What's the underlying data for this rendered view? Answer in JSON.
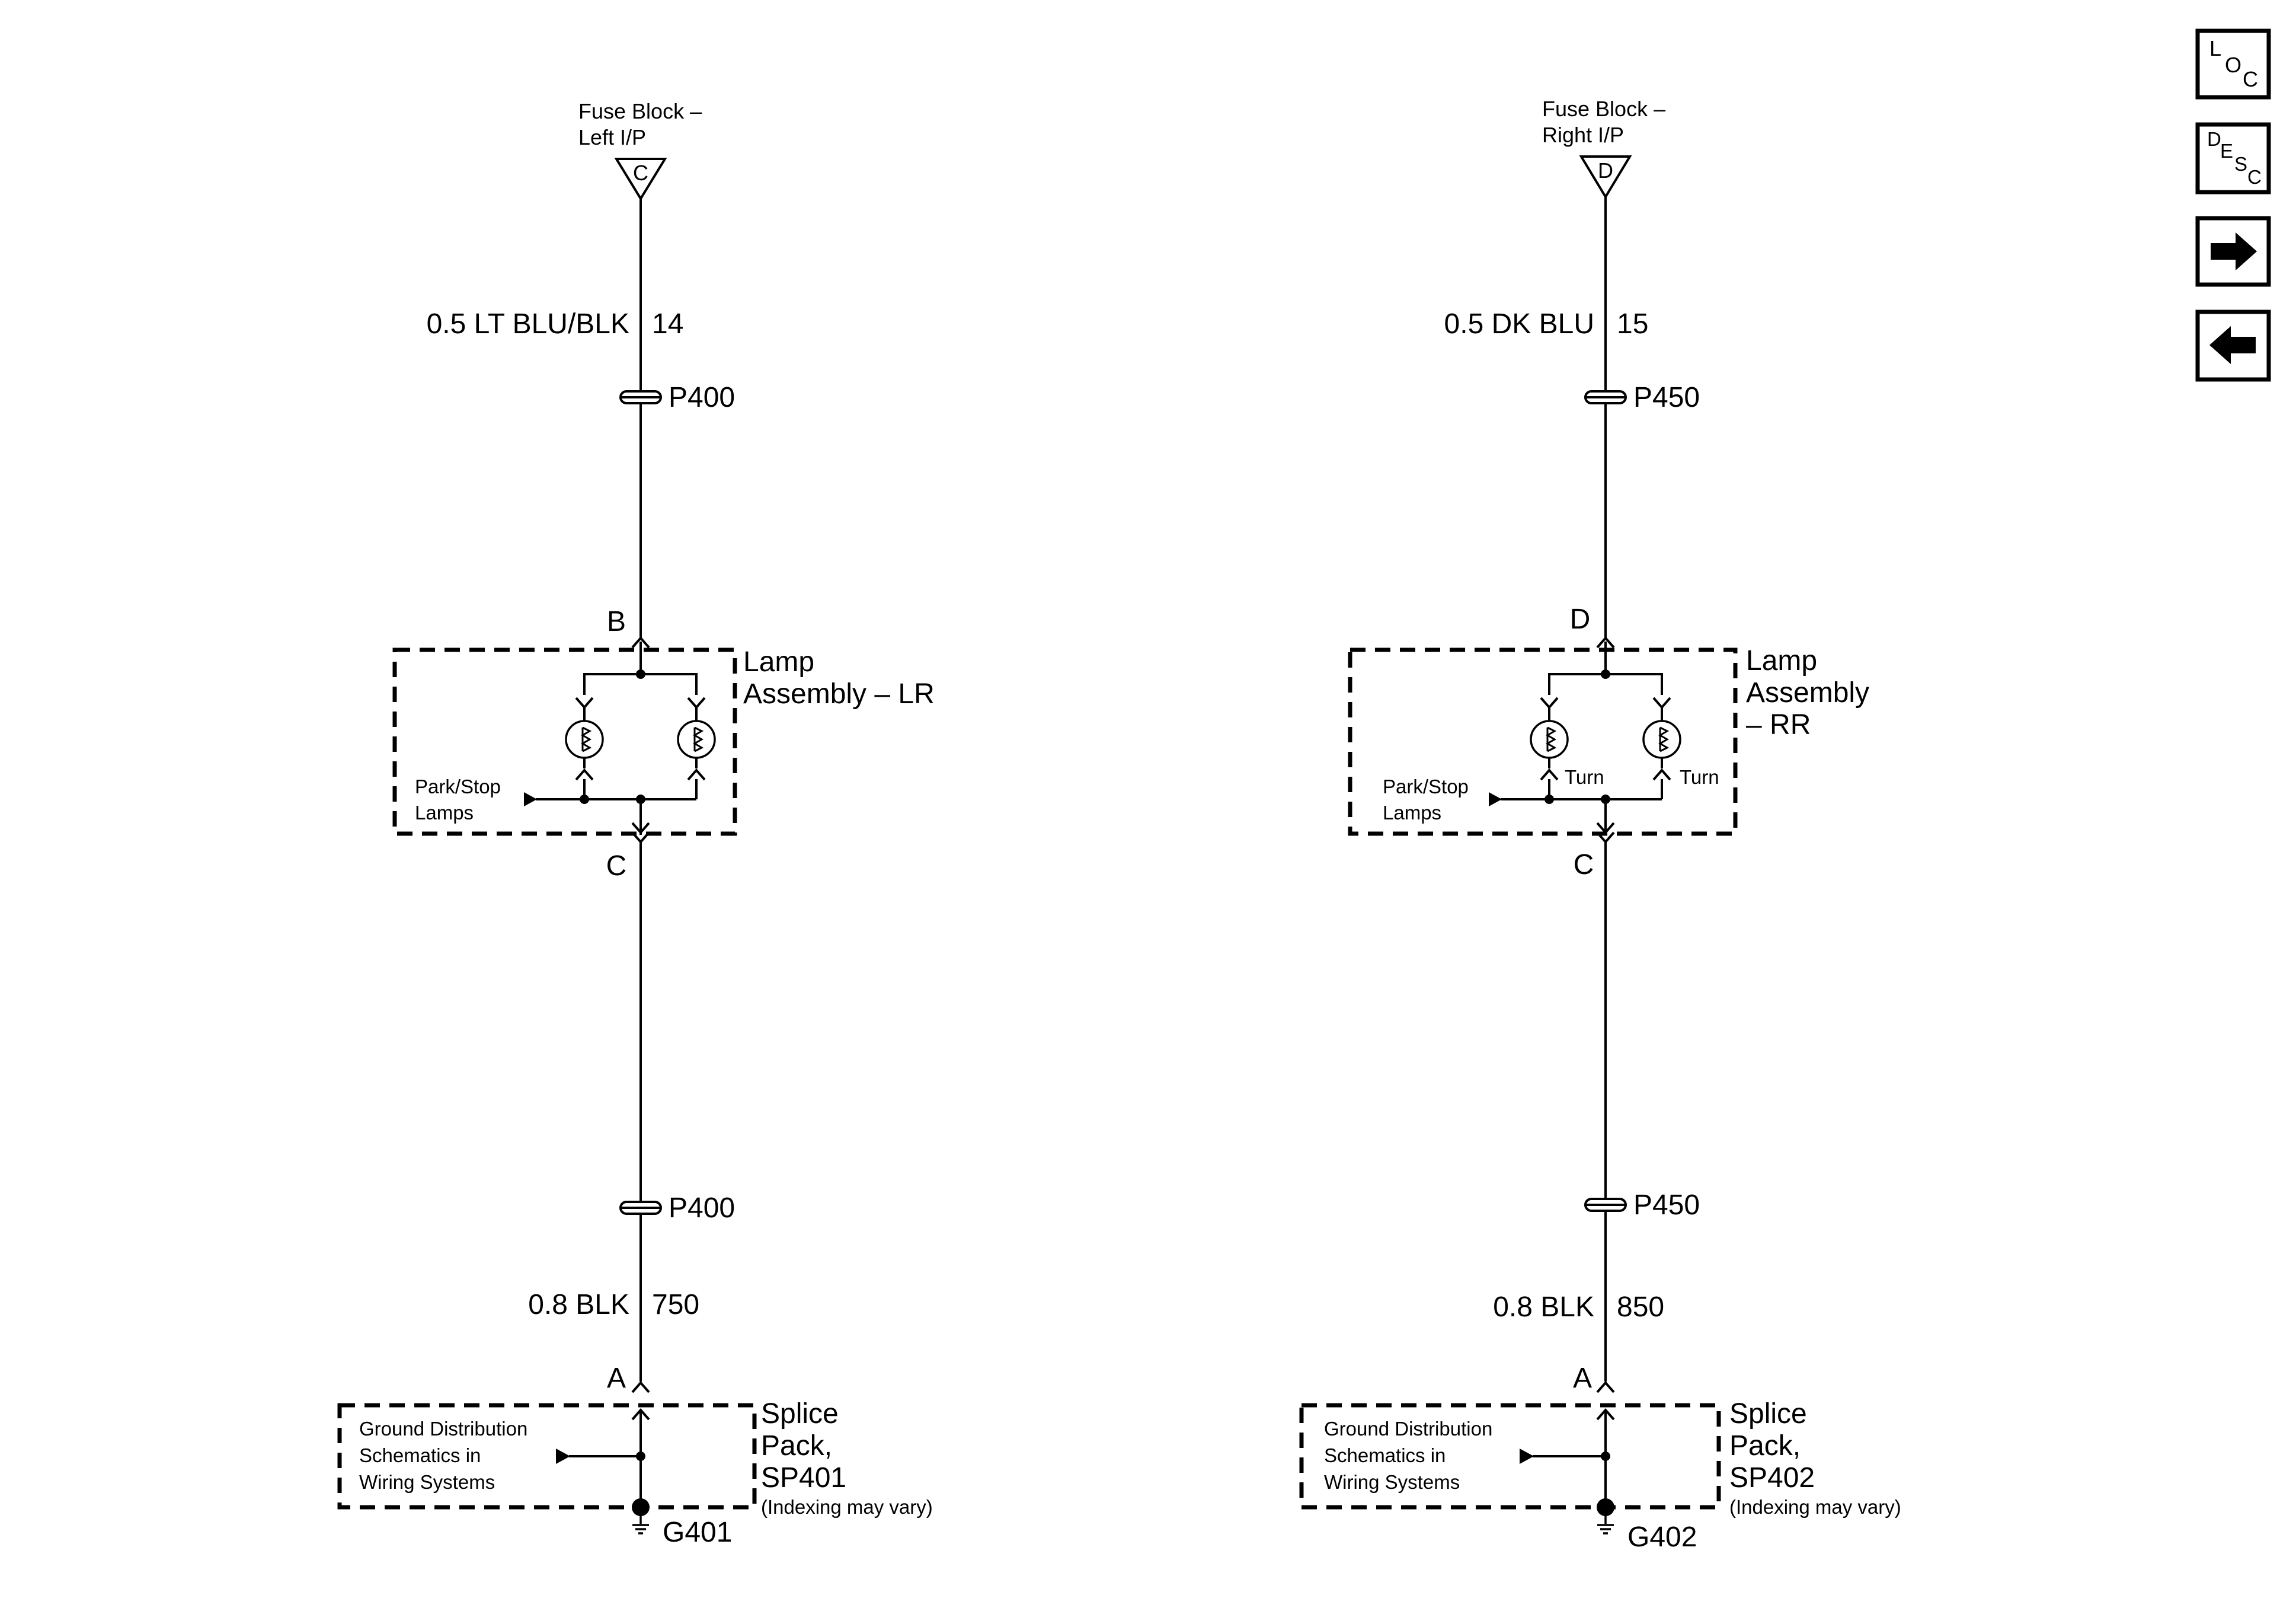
{
  "left_circuit": {
    "source_label_1": "Fuse Block –",
    "source_label_2": "Left I/P",
    "source_terminal": "C",
    "upper_wire_desc": "0.5 LT BLU/BLK",
    "upper_wire_circuit": "14",
    "connector_upper": "P400",
    "pin_top": "B",
    "assembly_label_1": "Lamp",
    "assembly_label_2": "Assembly – LR",
    "lamps_label_1": "Park/Stop",
    "lamps_label_2": "Lamps",
    "pin_bottom": "C",
    "connector_lower": "P400",
    "lower_wire_desc": "0.8 BLK",
    "lower_wire_circuit": "750",
    "splice_pin": "A",
    "ground_ref_1": "Ground Distribution",
    "ground_ref_2": "Schematics in",
    "ground_ref_3": "Wiring Systems",
    "splice_label_1": "Splice",
    "splice_label_2": "Pack,",
    "splice_label_3": "SP401",
    "splice_note": "(Indexing may vary)",
    "ground": "G401"
  },
  "right_circuit": {
    "source_label_1": "Fuse Block –",
    "source_label_2": "Right I/P",
    "source_terminal": "D",
    "upper_wire_desc": "0.5 DK BLU",
    "upper_wire_circuit": "15",
    "connector_upper": "P450",
    "pin_top": "D",
    "assembly_label_1": "Lamp",
    "assembly_label_2": "Assembly",
    "assembly_label_3": "– RR",
    "lamps_label_1": "Park/Stop",
    "lamps_label_2": "Lamps",
    "turn_label_1": "Turn",
    "turn_label_2": "Turn",
    "pin_bottom": "C",
    "connector_lower": "P450",
    "lower_wire_desc": "0.8 BLK",
    "lower_wire_circuit": "850",
    "splice_pin": "A",
    "ground_ref_1": "Ground Distribution",
    "ground_ref_2": "Schematics in",
    "ground_ref_3": "Wiring Systems",
    "splice_label_1": "Splice",
    "splice_label_2": "Pack,",
    "splice_label_3": "SP402",
    "splice_note": "(Indexing may vary)",
    "ground": "G402"
  },
  "nav": {
    "loc": {
      "l": "L",
      "o": "O",
      "c": "C"
    },
    "desc": {
      "d": "D",
      "e": "E",
      "s": "S",
      "c": "C"
    },
    "forward_icon": "right-arrow-icon",
    "back_icon": "left-arrow-icon"
  }
}
